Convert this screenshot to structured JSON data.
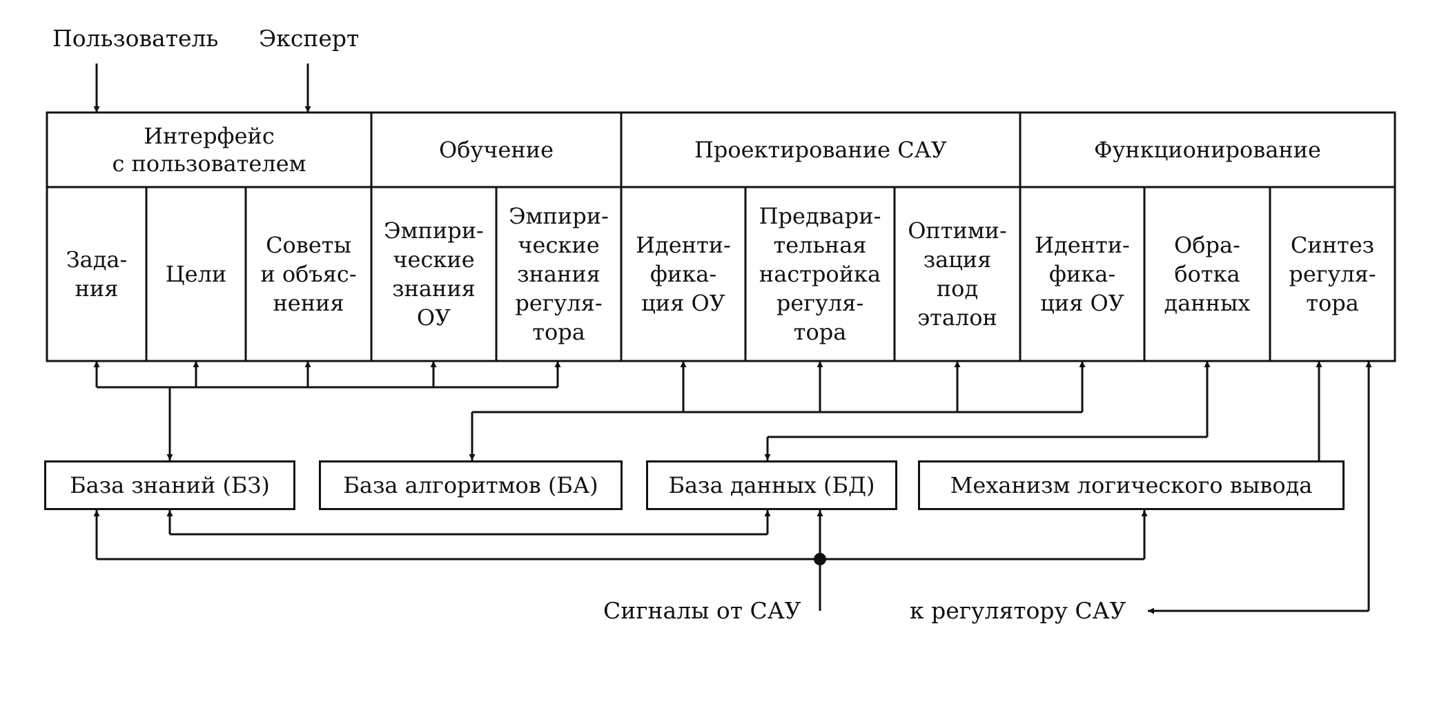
{
  "external": {
    "user": "Пользователь",
    "expert": "Эксперт",
    "signals": "Сигналы от САУ",
    "to_regulator": "к регулятору САУ"
  },
  "sections": [
    {
      "id": "interface",
      "label": "Интерфейс\nс пользователем"
    },
    {
      "id": "learning",
      "label": "Обучение"
    },
    {
      "id": "design",
      "label": "Проектирование САУ"
    },
    {
      "id": "operation",
      "label": "Функционирование"
    }
  ],
  "modules": [
    {
      "id": "tasks",
      "label": "Зада-\nния"
    },
    {
      "id": "goals",
      "label": "Цели"
    },
    {
      "id": "advice",
      "label": "Советы\nи объяс-\nнения"
    },
    {
      "id": "emp-plant",
      "label": "Эмпири-\nческие\nзнания\nОУ"
    },
    {
      "id": "emp-reg",
      "label": "Эмпири-\nческие\nзнания\nрегуля-\nтора"
    },
    {
      "id": "ident-design",
      "label": "Иденти-\nфика-\nция ОУ"
    },
    {
      "id": "pretune",
      "label": "Предвари-\nтельная\nнастройка\nрегуля-\nтора"
    },
    {
      "id": "optim",
      "label": "Оптими-\nзация\nпод\nэталон"
    },
    {
      "id": "ident-op",
      "label": "Иденти-\nфика-\nция ОУ"
    },
    {
      "id": "dataproc",
      "label": "Обра-\nботка\nданных"
    },
    {
      "id": "synth",
      "label": "Синтез\nрегуля-\nтора"
    }
  ],
  "bases": [
    {
      "id": "kb",
      "label": "База знаний (БЗ)"
    },
    {
      "id": "ab",
      "label": "База алгоритмов (БА)"
    },
    {
      "id": "db",
      "label": "База данных (БД)"
    },
    {
      "id": "inference",
      "label": "Механизм логического вывода"
    }
  ]
}
